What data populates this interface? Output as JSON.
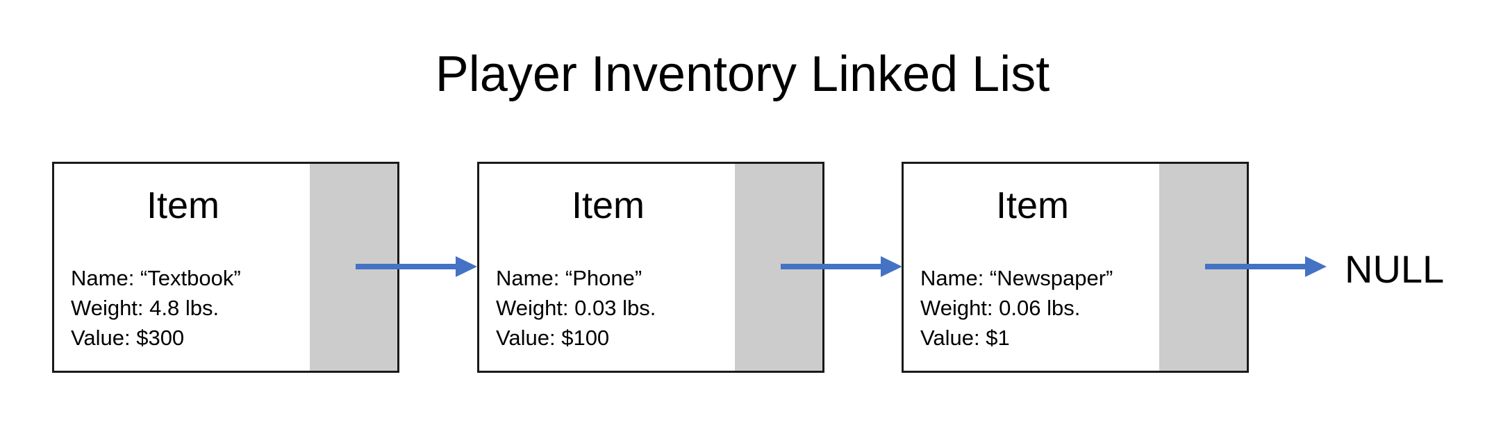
{
  "diagram": {
    "title": "Player Inventory Linked List",
    "nodes": [
      {
        "heading": "Item",
        "name": "Name: “Textbook”",
        "weight": "Weight: 4.8 lbs.",
        "value": "Value: $300"
      },
      {
        "heading": "Item",
        "name": "Name: “Phone”",
        "weight": "Weight: 0.03 lbs.",
        "value": "Value: $100"
      },
      {
        "heading": "Item",
        "name": "Name: “Newspaper”",
        "weight": "Weight: 0.06 lbs.",
        "value": "Value: $1"
      }
    ],
    "terminator": "NULL"
  },
  "colors": {
    "arrow": "#4472c4",
    "pointer_cell": "#cdcccc",
    "border": "#1a1a1a"
  }
}
